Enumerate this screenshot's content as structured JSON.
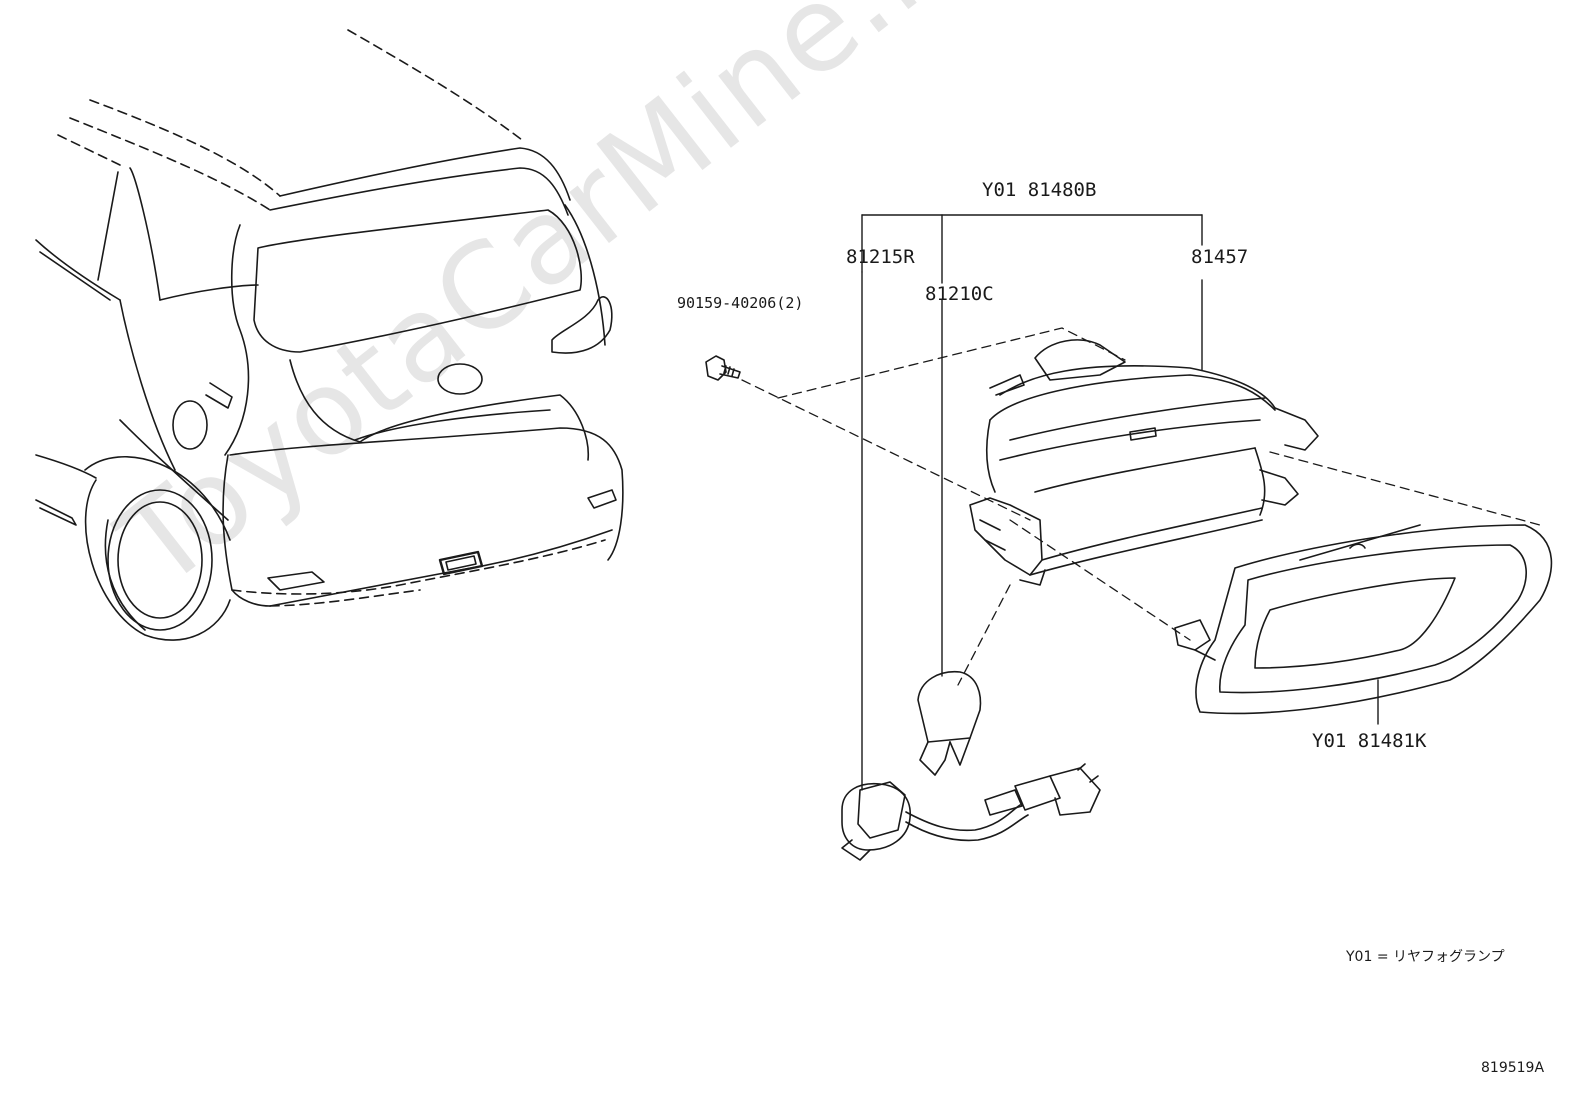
{
  "watermark": "ToyotaCarMine.ru",
  "callouts": {
    "assembly": "Y01 81480B",
    "socket": "81215R",
    "bulb": "81210C",
    "housing": "81457",
    "screw": "90159-40206(2)",
    "lens": "Y01 81481K"
  },
  "legend": "Y01 = リヤフォグランプ",
  "diagram_id": "819519A"
}
